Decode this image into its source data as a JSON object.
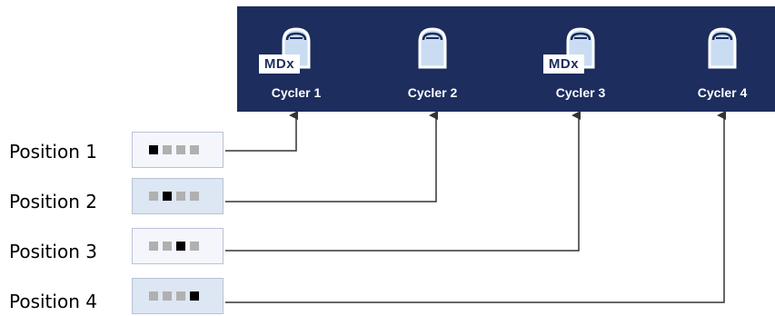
{
  "cyclers": [
    {
      "label": "Cycler 1",
      "badge": "MDx",
      "icon": "cycler-device-icon"
    },
    {
      "label": "Cycler 2",
      "badge": "",
      "icon": "cycler-device-icon"
    },
    {
      "label": "Cycler 3",
      "badge": "MDx",
      "icon": "cycler-device-icon"
    },
    {
      "label": "Cycler 4",
      "badge": "",
      "icon": "cycler-device-icon"
    }
  ],
  "positions": [
    {
      "label": "Position 1",
      "active_slot": 1
    },
    {
      "label": "Position 2",
      "active_slot": 2
    },
    {
      "label": "Position 3",
      "active_slot": 3
    },
    {
      "label": "Position 4",
      "active_slot": 4
    }
  ],
  "colors": {
    "panel": "#1c2d5e",
    "icon_fill": "#c9dcf2",
    "slot_active": "#000000",
    "slot_inactive": "#b0b0b0",
    "connector": "#333333"
  }
}
